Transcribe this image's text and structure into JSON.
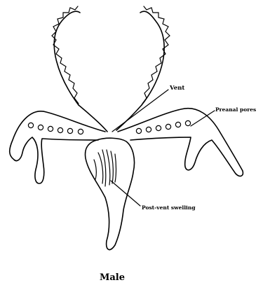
{
  "diagram": {
    "labels": {
      "vent": "Vent",
      "preanal_pores": "Preanal pores",
      "post_vent_swelling": "Post-vent swelling"
    },
    "caption": "Male",
    "pores": {
      "left_count": 6,
      "right_count": 6
    }
  }
}
